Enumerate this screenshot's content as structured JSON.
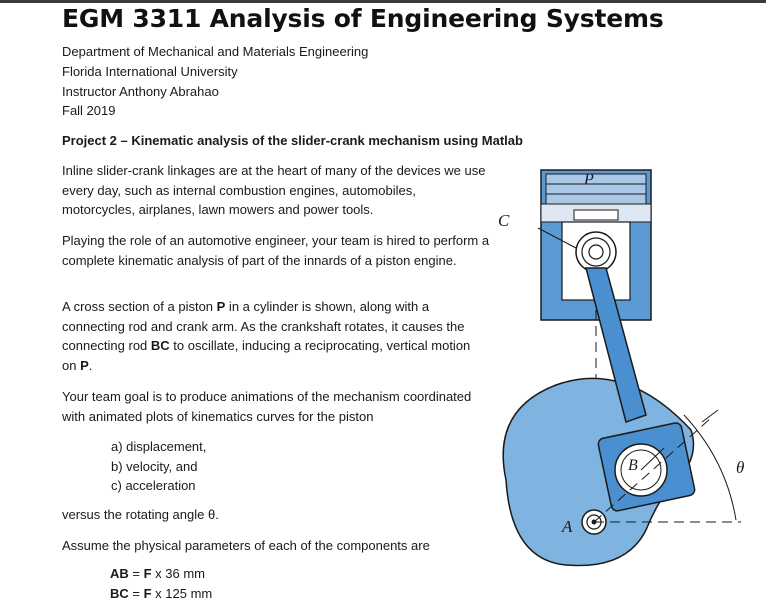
{
  "header": {
    "title": "EGM 3311 Analysis of Engineering Systems",
    "department": "Department of Mechanical and Materials Engineering",
    "university": "Florida International University",
    "instructor": "Instructor Anthony Abrahao",
    "term": "Fall 2019"
  },
  "project_title": "Project 2 – Kinematic analysis of the slider-crank mechanism using Matlab",
  "paragraphs": {
    "p1": "Inline slider-crank linkages are at the heart of many of the devices we use every day, such as internal combustion engines, automobiles, motorcycles, airplanes, lawn mowers and power tools.",
    "p2": "Playing the role of an automotive engineer, your team is hired to perform a complete kinematic analysis of part of the innards of a piston engine.",
    "p3": {
      "a": "A cross section of a piston ",
      "b": "P",
      "c": " in a cylinder is shown, along with a connecting rod and crank arm. As the crankshaft rotates, it causes the connecting rod ",
      "d": "BC",
      "e": " to oscillate, inducing a reciprocating, vertical motion on ",
      "f": "P",
      "g": "."
    },
    "p4": "Your team goal is to produce animations of the mechanism coordinated with animated plots of kinematics curves for the piston"
  },
  "list_items": [
    "a)  displacement,",
    "b)  velocity, and",
    "c)  acceleration"
  ],
  "versus_line": "versus the rotating angle θ.",
  "assume_line": "Assume the physical parameters of each of the components are",
  "parameters": [
    {
      "name": "AB",
      "eq": " = ",
      "factor": "F",
      "value": " x 36 mm"
    },
    {
      "name": "BC",
      "eq": " = ",
      "factor": "F",
      "value": " x 125 mm"
    }
  ],
  "figure": {
    "label_p": "P",
    "label_c": "C",
    "label_b": "B",
    "label_a": "A",
    "label_theta": "θ",
    "colors": {
      "piston": "#5b9bd5",
      "rod": "#4a8fd0",
      "crank": "#7fb3e0",
      "outline": "#1a1a1a"
    }
  }
}
